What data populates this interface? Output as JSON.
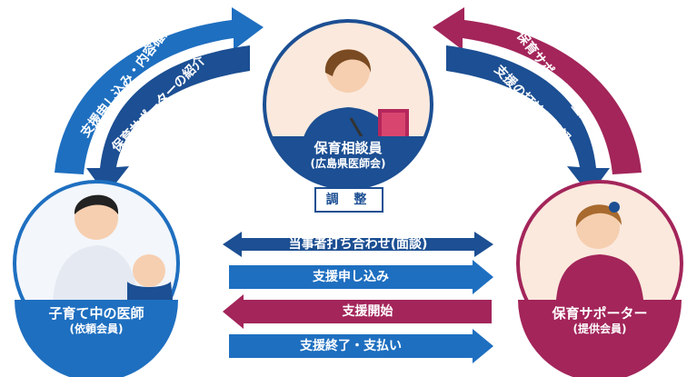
{
  "nodes": {
    "center": {
      "title": "保育相談員",
      "subtitle": "(広島県医師会)"
    },
    "left": {
      "title": "子育て中の医師",
      "subtitle": "(依頼会員)"
    },
    "right": {
      "title": "保育サポーター",
      "subtitle": "(提供会員)"
    }
  },
  "adjust_label": "調 整",
  "curved_arrows": {
    "left_outer": "支援申し込み・内容確認",
    "left_inner": "保育サポーターの紹介",
    "right_outer": "保育サポーター登録",
    "right_inner": "支援の打診と了解"
  },
  "flows": [
    {
      "label": "当事者打ち合わせ(面談)",
      "direction": "both",
      "color": "#1c4f93"
    },
    {
      "label": "支援申し込み",
      "direction": "right",
      "color": "#1e6fc0"
    },
    {
      "label": "支援開始",
      "direction": "left",
      "color": "#a3255a"
    },
    {
      "label": "支援終了・支払い",
      "direction": "right",
      "color": "#1e6fc0"
    }
  ],
  "colors": {
    "blue_dark": "#1c4f93",
    "blue_light": "#1e6fc0",
    "magenta": "#a3255a"
  }
}
